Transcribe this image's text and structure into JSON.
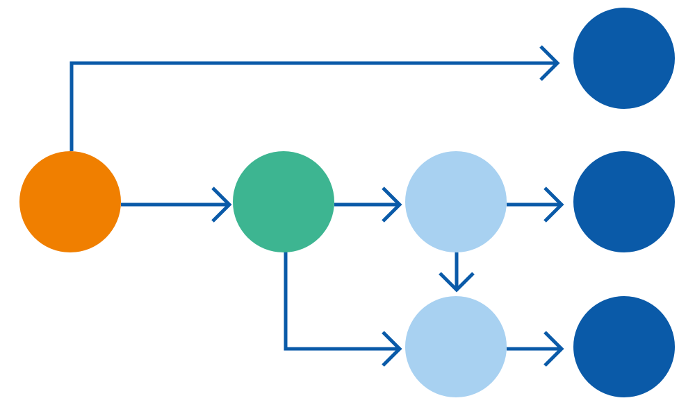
{
  "diagram": {
    "colors": {
      "background": "#ffffff",
      "edge": "#0a5aa8",
      "source": "#f07f00",
      "processor": "#3db591",
      "intermediate": "#a8d1f1",
      "sink": "#0a5aa8"
    },
    "nodes": [
      {
        "id": "source",
        "role": "source"
      },
      {
        "id": "processor",
        "role": "processor"
      },
      {
        "id": "intermediate-upper",
        "role": "intermediate"
      },
      {
        "id": "intermediate-lower",
        "role": "intermediate"
      },
      {
        "id": "sink-top",
        "role": "sink"
      },
      {
        "id": "sink-middle",
        "role": "sink"
      },
      {
        "id": "sink-bottom",
        "role": "sink"
      }
    ],
    "edges": [
      {
        "from": "source",
        "to": "sink-top"
      },
      {
        "from": "source",
        "to": "processor"
      },
      {
        "from": "processor",
        "to": "intermediate-upper"
      },
      {
        "from": "processor",
        "to": "intermediate-lower"
      },
      {
        "from": "intermediate-upper",
        "to": "sink-middle"
      },
      {
        "from": "intermediate-upper",
        "to": "intermediate-lower"
      },
      {
        "from": "intermediate-lower",
        "to": "sink-bottom"
      }
    ]
  }
}
